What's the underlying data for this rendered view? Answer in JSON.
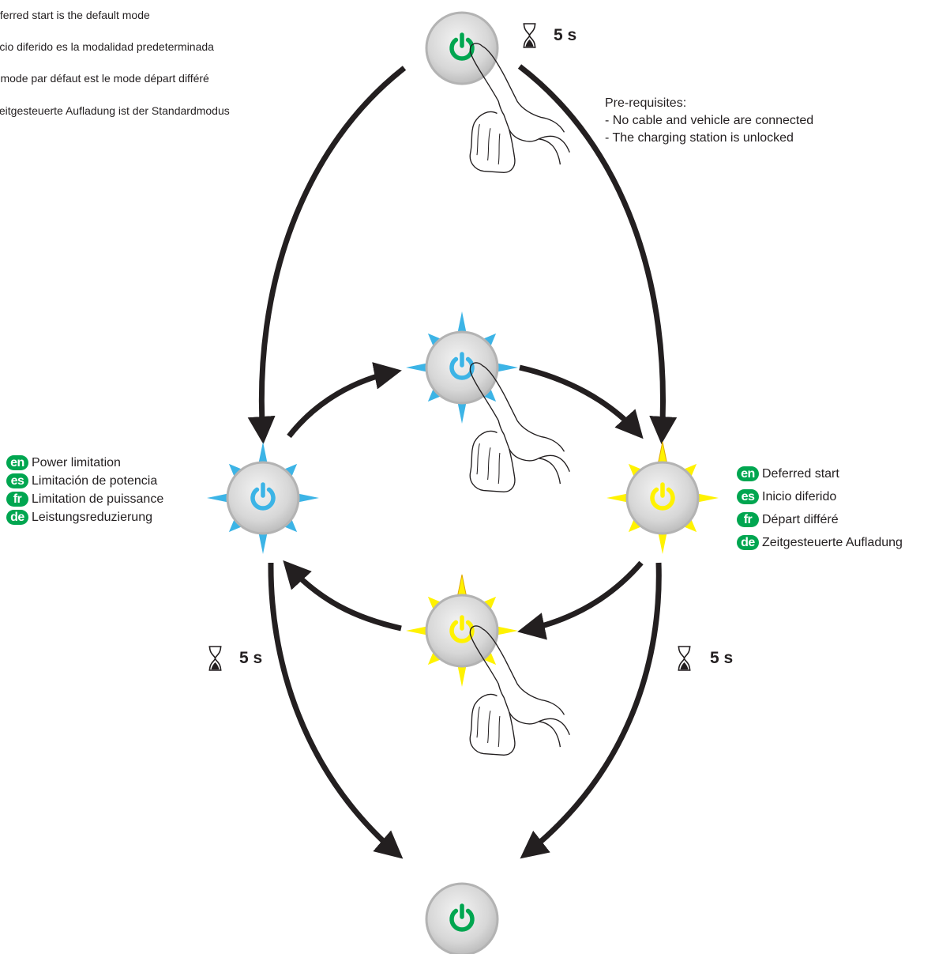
{
  "default_mode_note": [
    "Deferred start is the default mode",
    "El inicio diferido es la modalidad predeterminada",
    "Le mode par défaut est le mode départ différé",
    "Die zeitgesteuerte Aufladung ist der Standardmodus"
  ],
  "prerequisites": {
    "title": "Pre-requisites:",
    "items": [
      "- No cable and vehicle are connected",
      "- The charging station is unlocked"
    ]
  },
  "timer_label": "5 s",
  "power_limitation": [
    {
      "lang": "en",
      "text": "Power limitation"
    },
    {
      "lang": "es",
      "text": "Limitación de potencia"
    },
    {
      "lang": "fr",
      "text": "Limitation de puissance"
    },
    {
      "lang": "de",
      "text": "Leistungsreduzierung"
    }
  ],
  "deferred_start": [
    {
      "lang": "en",
      "text": "Deferred start"
    },
    {
      "lang": "es",
      "text": "Inicio diferido"
    },
    {
      "lang": "fr",
      "text": "Départ différé"
    },
    {
      "lang": "de",
      "text": "Zeitgesteuerte Aufladung"
    }
  ],
  "colors": {
    "green": "#00a650",
    "blue": "#3cb4e6",
    "yellow": "#fff200",
    "arrow": "#231f20",
    "button_ring": "#b3b3b3"
  },
  "icons": {
    "power": "power-icon",
    "finger": "pressing-finger-icon",
    "hourglass": "hourglass-icon",
    "light_rays": "light-ray-icon"
  }
}
